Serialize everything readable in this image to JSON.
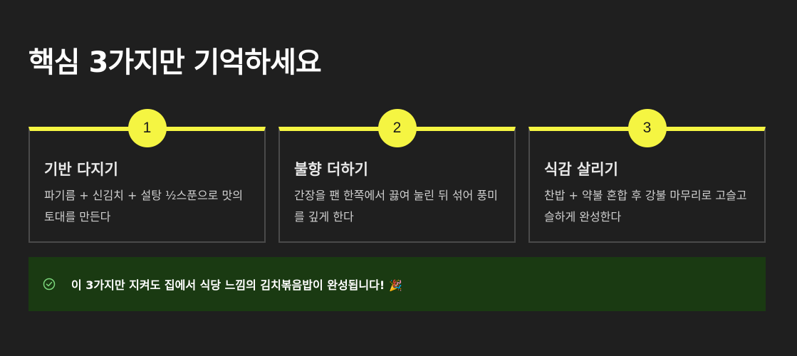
{
  "title": "핵심 3가지만 기억하세요",
  "cards": [
    {
      "number": "1",
      "title": "기반 다지기",
      "description": "파기름 + 신김치 + 설탕 ½스푼으로 맛의 토대를 만든다"
    },
    {
      "number": "2",
      "title": "불향 더하기",
      "description": "간장을 팬 한쪽에서 끓여 눌린 뒤 섞어 풍미를 깊게 한다"
    },
    {
      "number": "3",
      "title": "식감 살리기",
      "description": "찬밥 + 약불 혼합 후 강불 마무리로 고슬고슬하게 완성한다"
    }
  ],
  "note": {
    "icon": "check-circle-icon",
    "text": "이 3가지만 지켜도 집에서 식당 느낌의 김치볶음밥이 완성됩니다!",
    "emoji": "🎉"
  },
  "colors": {
    "background": "#1f1f1f",
    "accent": "#f5f542",
    "note_background": "#1a3a12",
    "check": "#7bd67b"
  }
}
